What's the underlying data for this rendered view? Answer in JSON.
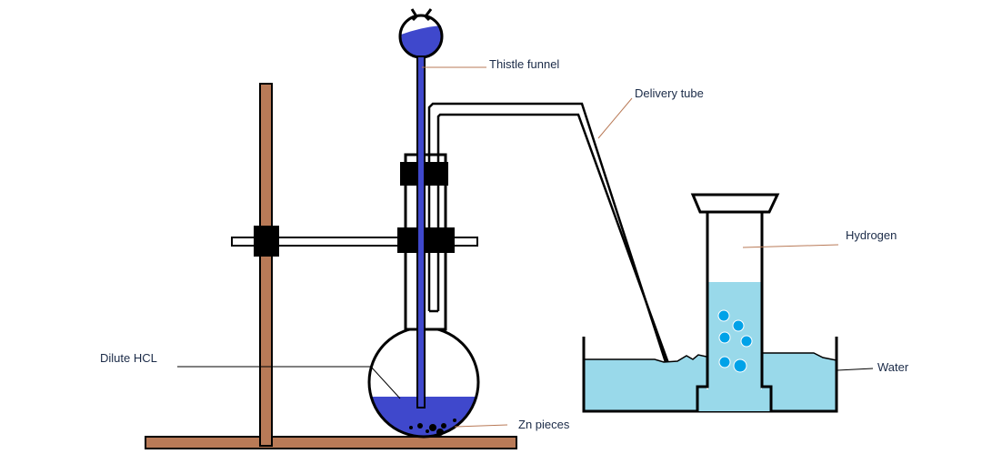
{
  "labels": {
    "thistle_funnel": "Thistle funnel",
    "delivery_tube": "Delivery tube",
    "hydrogen": "Hydrogen",
    "water": "Water",
    "dilute_hcl": "Dilute HCL",
    "zn_pieces": "Zn pieces"
  },
  "colors": {
    "stand": "#b97a57",
    "acid": "#3f48cc",
    "water": "#99d9ea",
    "bubbles": "#00a2e8",
    "leader_line": "#b97a57",
    "outline": "#000000"
  }
}
